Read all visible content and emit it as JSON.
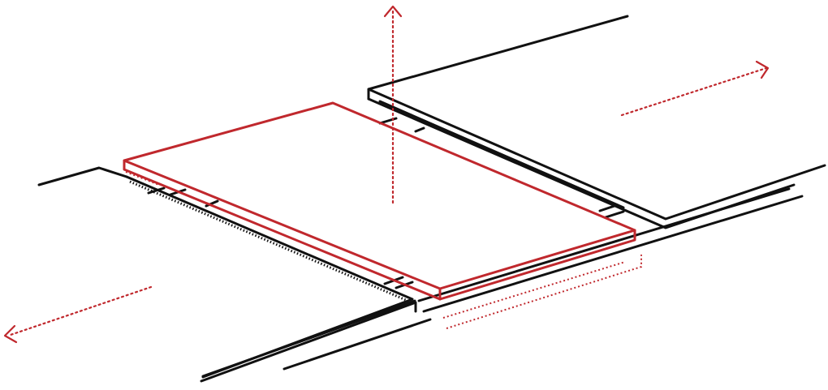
{
  "diagram": {
    "title": "",
    "colors": {
      "background": "#ffffff",
      "table_outline": "#111111",
      "leaf_outline": "#c0282d",
      "arrow": "#c0282d"
    },
    "parts": [
      "left-table-half",
      "right-table-half",
      "extension-leaf",
      "slide-rails"
    ],
    "motions": [
      {
        "part": "left-table-half",
        "direction": "down-left"
      },
      {
        "part": "right-table-half",
        "direction": "up-right"
      },
      {
        "part": "extension-leaf",
        "direction": "up"
      }
    ]
  }
}
